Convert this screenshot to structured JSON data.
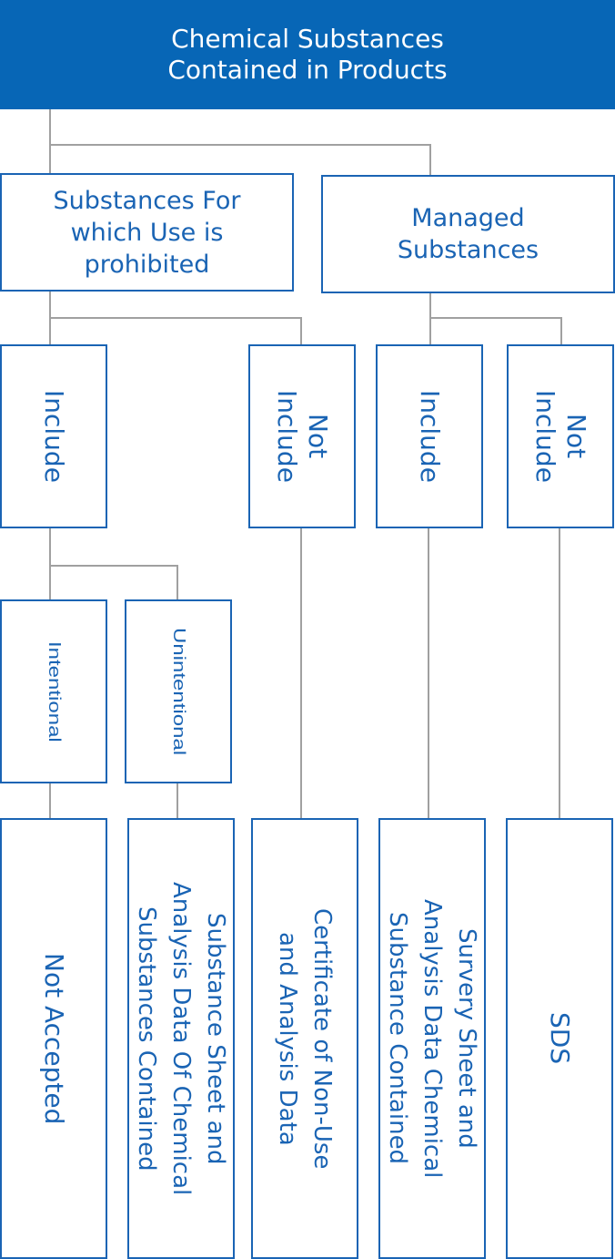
{
  "diagram": {
    "root": {
      "label": "Chemical Substances\nContained in Products"
    },
    "categories": {
      "prohibited": {
        "label": "Substances For\nwhich Use is\nprohibited"
      },
      "managed": {
        "label": "Managed\nSubstances"
      }
    },
    "content": {
      "prohibited_include": "Include",
      "prohibited_not_include": "Not\nInclude",
      "managed_include": "Include",
      "managed_not_include": "Not\nInclude"
    },
    "intent": {
      "intentional": "Intentional",
      "unintentional": "Unintentional"
    },
    "outcomes": {
      "not_accepted": "Not Accepted",
      "substance_sheet": "Substance Sheet and\nAnalysis Data Of Chemical\nSubstances Contained",
      "certificate": "Certificate of Non-Use\nand Analysis Data",
      "survey_sheet": "Survery Sheet and\nAnalysis Data Chemical\nSubstance Contained",
      "sds": "SDS"
    },
    "colors": {
      "primary": "#0766b6",
      "border": "#1a64b4",
      "text": "#1a64b4",
      "connector": "#a0a0a0"
    }
  }
}
